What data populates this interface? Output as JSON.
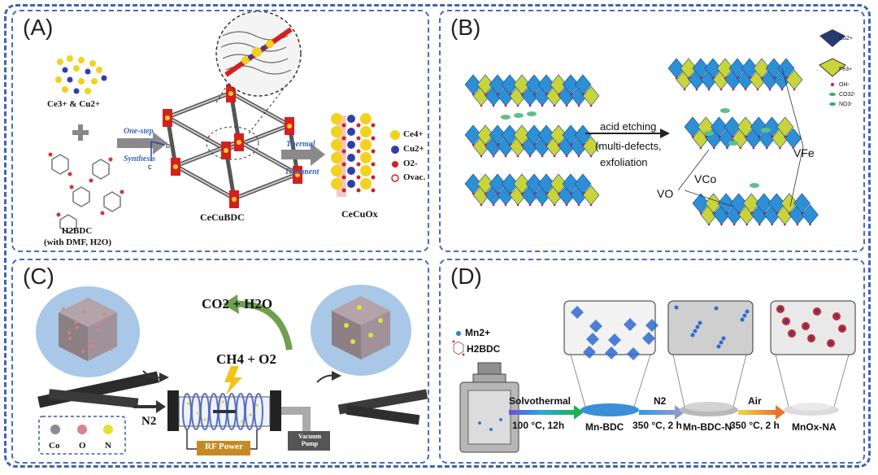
{
  "panels": {
    "A": {
      "label": "(A)",
      "ions": "Ce3+ & Cu2+",
      "linker": "H2BDC",
      "linker_note": "(with DMF, H2O)",
      "step1_line1": "One-step",
      "step1_line2": "Synthesis",
      "axis_b": "b",
      "axis_c": "c",
      "mof": "CeCuBDC",
      "step2_line1": "Thermal",
      "step2_line2": "Treatment",
      "product": "CeCuOx",
      "legend": [
        "Ce4+",
        "Cu2+",
        "O2-",
        "Ovac."
      ],
      "colors": {
        "ce": "#f2d21e",
        "cu": "#2f3fa8",
        "o": "#d42020"
      }
    },
    "B": {
      "label": "(B)",
      "arrow_line1": "acid etching",
      "arrow_line2": "(multi-defects,",
      "arrow_line3": "exfoliation",
      "v_o": "VO",
      "v_co": "VCo",
      "v_fe": "VFe",
      "legend": [
        "Co2+",
        "Fe3+",
        "OH-",
        "CO32-",
        "NO3-"
      ],
      "colors": {
        "co": "#2d8fd6",
        "fe": "#c9d43a"
      }
    },
    "C": {
      "label": "(C)",
      "products": "CO2 + H2O",
      "reactants": "CH4 + O2",
      "gas": "N2",
      "power": "RF Power",
      "pump": "Vacuum Pump",
      "legend": [
        "Co",
        "O",
        "N"
      ],
      "colors": {
        "co": "#8c8c8c",
        "o": "#d9838a",
        "n": "#e2e233"
      }
    },
    "D": {
      "label": "(D)",
      "ion": "Mn2+",
      "linker": "H2BDC",
      "step1": "Solvothermal",
      "cond1": "100 °C, 12h",
      "stage1": "Mn-BDC",
      "step2": "N2",
      "cond2": "350 °C, 2 h",
      "stage2": "Mn-BDC-N",
      "step3": "Air",
      "cond3": "350 °C, 2 h",
      "stage3": "MnOx-NA"
    }
  }
}
